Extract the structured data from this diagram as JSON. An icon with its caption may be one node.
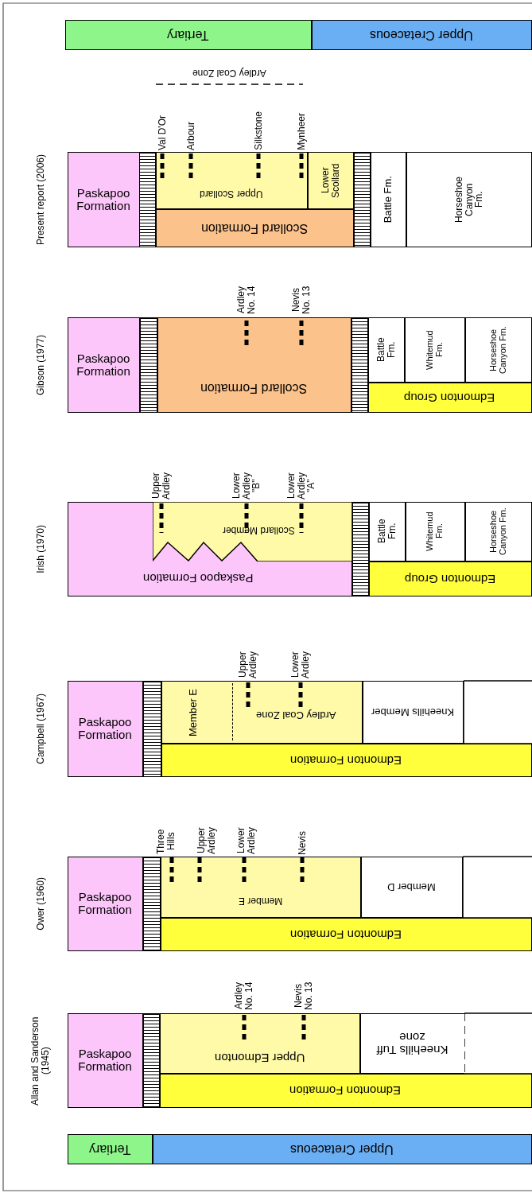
{
  "diagram": {
    "nodes": [
      {
        "text": [
          "Tertiary"
        ]
      },
      {
        "text": [
          "Upper Cretaceous"
        ]
      },
      {
        "text": [
          "Paskapoo Formation"
        ]
      },
      {
        "text": [
          "Upper Scollard"
        ]
      },
      {
        "text": [
          "Lower Scollard"
        ]
      },
      {
        "text": [
          "Scollard Formation"
        ]
      },
      {
        "text": [
          "Battle Fm."
        ]
      },
      {
        "text": [
          "Horseshoe Canyon Fm."
        ]
      },
      {
        "text": [
          "Paskapoo Formation"
        ]
      },
      {
        "text": [
          "Scollard Formation"
        ]
      },
      {
        "text": [
          "Battle Fm."
        ]
      },
      {
        "text": [
          "Whitemud Fm."
        ]
      },
      {
        "text": [
          "Horseshoe Canyon Fm."
        ]
      },
      {
        "text": [
          "Edmonton Group"
        ]
      },
      {
        "text": [
          "Paskapoo Formation"
        ]
      },
      {
        "text": [
          "Scollard Member"
        ],
        "in": 14
      },
      {
        "text": [
          "Battle Fm."
        ]
      },
      {
        "text": [
          "Whitemud Fm."
        ]
      },
      {
        "text": [
          "Horseshoe Canyon Fm."
        ]
      },
      {
        "text": [
          "Edmonton Group"
        ]
      },
      {
        "text": [
          "Paskapoo Formation"
        ]
      },
      {
        "text": [
          "Member E",
          "Ardley Coal Zone"
        ]
      },
      {
        "text": [
          "Kneehills Member"
        ]
      },
      {
        "text": [
          "Edmonton Formation"
        ]
      },
      {
        "text": [
          "Paskapoo Formation"
        ]
      },
      {
        "text": [
          "Member E"
        ]
      },
      {
        "text": [
          "Member D"
        ]
      },
      {
        "text": [
          "Edmonton Formation"
        ]
      },
      {
        "text": [
          "Paskapoo Formation"
        ]
      },
      {
        "text": [
          "Upper Edmonton"
        ]
      },
      {
        "text": [
          "Kneehills Tuff zone"
        ]
      },
      {
        "text": [
          "Edmonton Formation"
        ]
      },
      {
        "text": [
          "Tertiary"
        ]
      },
      {
        "text": [
          "Upper Cretaceous"
        ]
      },
      {
        "text": [],
        "shape": "bar"
      },
      {
        "text": [],
        "shape": "bar"
      },
      {
        "text": [],
        "shape": "bar"
      },
      {
        "text": [],
        "shape": "bar"
      },
      {
        "text": [],
        "shape": "bar"
      },
      {
        "text": [],
        "shape": "bar"
      },
      {
        "text": [],
        "shape": "bar"
      },
      {
        "text": [],
        "shape": "bar"
      }
    ],
    "edges": [],
    "labels": [
      "Present report (2006)",
      "Ardley Coal Zone",
      "Val D'Or",
      "Arbour",
      "Silkstone",
      "Mynheer",
      "Gibson (1977)",
      "Ardley No. 14",
      "Nevis No. 13",
      "Irish (1970)",
      "Upper Ardley",
      "Lower Ardley \"B\"",
      "Lower Ardley \"A\"",
      "Campbell (1967)",
      "Upper Ardley",
      "Lower Ardley",
      "Ower (1960)",
      "Three Hills",
      "Upper Ardley",
      "Lower Ardley",
      "Nevis",
      "Allan and Sanderson (1945)",
      "Ardley No. 14",
      "Nevis No. 13"
    ]
  }
}
